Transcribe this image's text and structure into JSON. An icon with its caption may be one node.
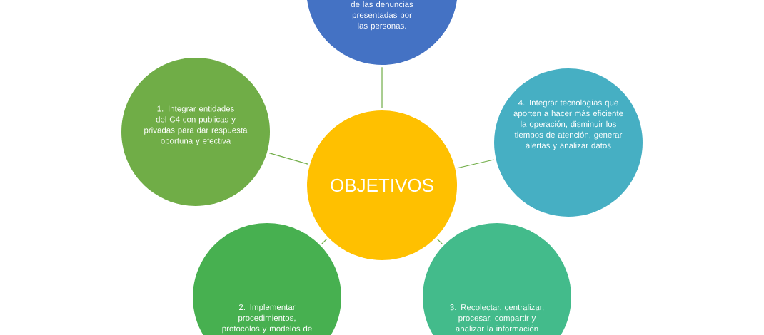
{
  "diagram": {
    "nodes": [
      {
        "text": [
          "de las denuncias presentadas por las personas."
        ]
      },
      {
        "text": [
          "1. Integrar entidades del C4 con publicas y privadas para dar respuesta oportuna y efectiva"
        ]
      },
      {
        "text": [
          "4. Integrar tecnologías que aporten a hacer más eficiente la operación, disminuir los tiempos de atención, generar alertas y analizar datos"
        ]
      },
      {
        "text": [
          "OBJETIVOS"
        ]
      },
      {
        "text": [
          "2. Implementar procedimientos, protocolos y modelos de"
        ]
      },
      {
        "text": [
          "3. Recolectar, centralizar, procesar, compartir y analizar la información"
        ]
      }
    ],
    "edges": [
      {
        "from": 3,
        "to": 0,
        "arrow": "none"
      },
      {
        "from": 3,
        "to": 1,
        "arrow": "none"
      },
      {
        "from": 3,
        "to": 2,
        "arrow": "none"
      },
      {
        "from": 3,
        "to": 4,
        "arrow": "none"
      },
      {
        "from": 3,
        "to": 5,
        "arrow": "none"
      }
    ]
  }
}
